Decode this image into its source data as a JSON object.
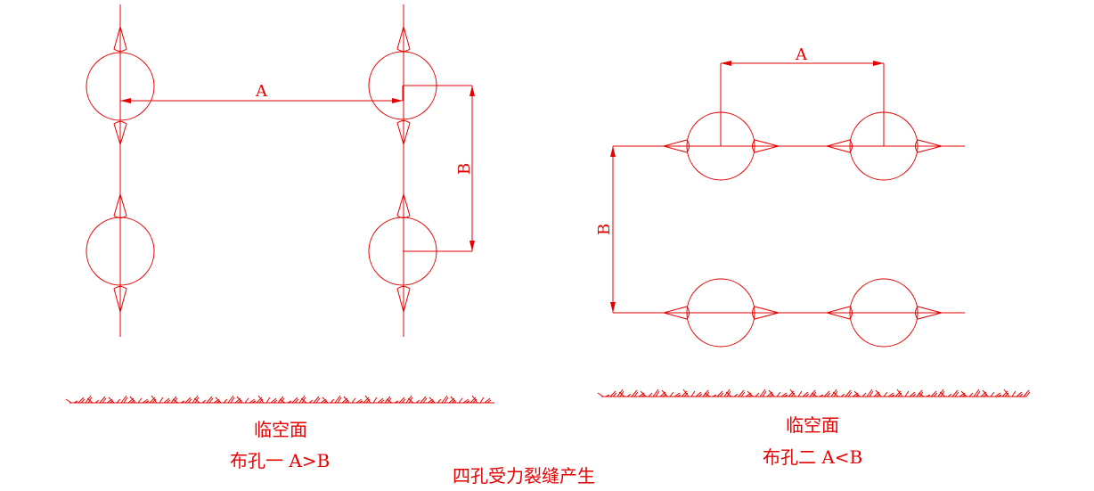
{
  "colors": {
    "ink": "#e60000",
    "background": "#ffffff"
  },
  "left_layout": {
    "dim_a": "A",
    "dim_b": "B",
    "face_label": "临空面",
    "caption": "布孔一 A>B"
  },
  "right_layout": {
    "dim_a": "A",
    "dim_b": "B",
    "face_label": "临空面",
    "caption": "布孔二 A<B"
  },
  "main_caption": "四孔受力裂缝产生"
}
